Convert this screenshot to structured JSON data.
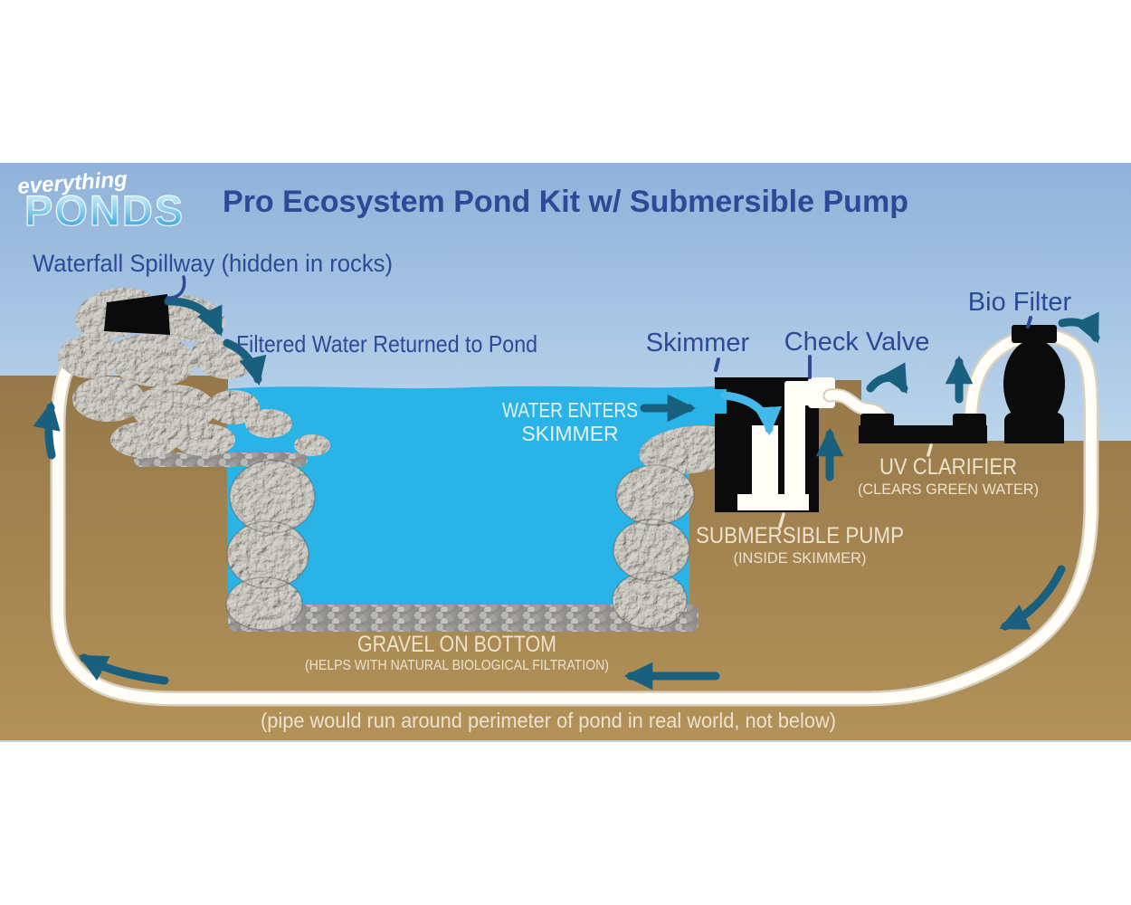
{
  "logo": {
    "line1": "everything",
    "line2": "PONDS"
  },
  "title": "Pro Ecosystem Pond Kit w/ Submersible Pump",
  "labels": {
    "waterfall_spillway": "Waterfall Spillway (hidden in rocks)",
    "filtered_water": "Filtered Water Returned to Pond",
    "skimmer": "Skimmer",
    "check_valve": "Check Valve",
    "bio_filter": "Bio Filter",
    "water_enters_line1": "WATER ENTERS",
    "water_enters_line2": "SKIMMER",
    "uv_clarifier": "UV CLARIFIER",
    "uv_clarifier_sub": "(CLEARS GREEN WATER)",
    "submersible_pump": "SUBMERSIBLE PUMP",
    "submersible_pump_sub": "(INSIDE SKIMMER)",
    "gravel": "GRAVEL ON BOTTOM",
    "gravel_sub": "(HELPS WITH NATURAL BIOLOGICAL FILTRATION)",
    "pipe_note": "(pipe would run around perimeter of pond in real world, not below)"
  },
  "colors": {
    "text_navy": "#2c4a96",
    "text_cream": "#ece2cd",
    "text_pale": "#e7f3fc",
    "arrow_teal": "#19607f",
    "arrow_blue": "#45b8ea",
    "water": "#29b3e7",
    "ground": "#9e7f4e",
    "sky": "#9ebcdf",
    "pipe": "#fffdf6",
    "equipment_black": "#0b0b0b",
    "logo_blue": "#3ba4dc"
  }
}
